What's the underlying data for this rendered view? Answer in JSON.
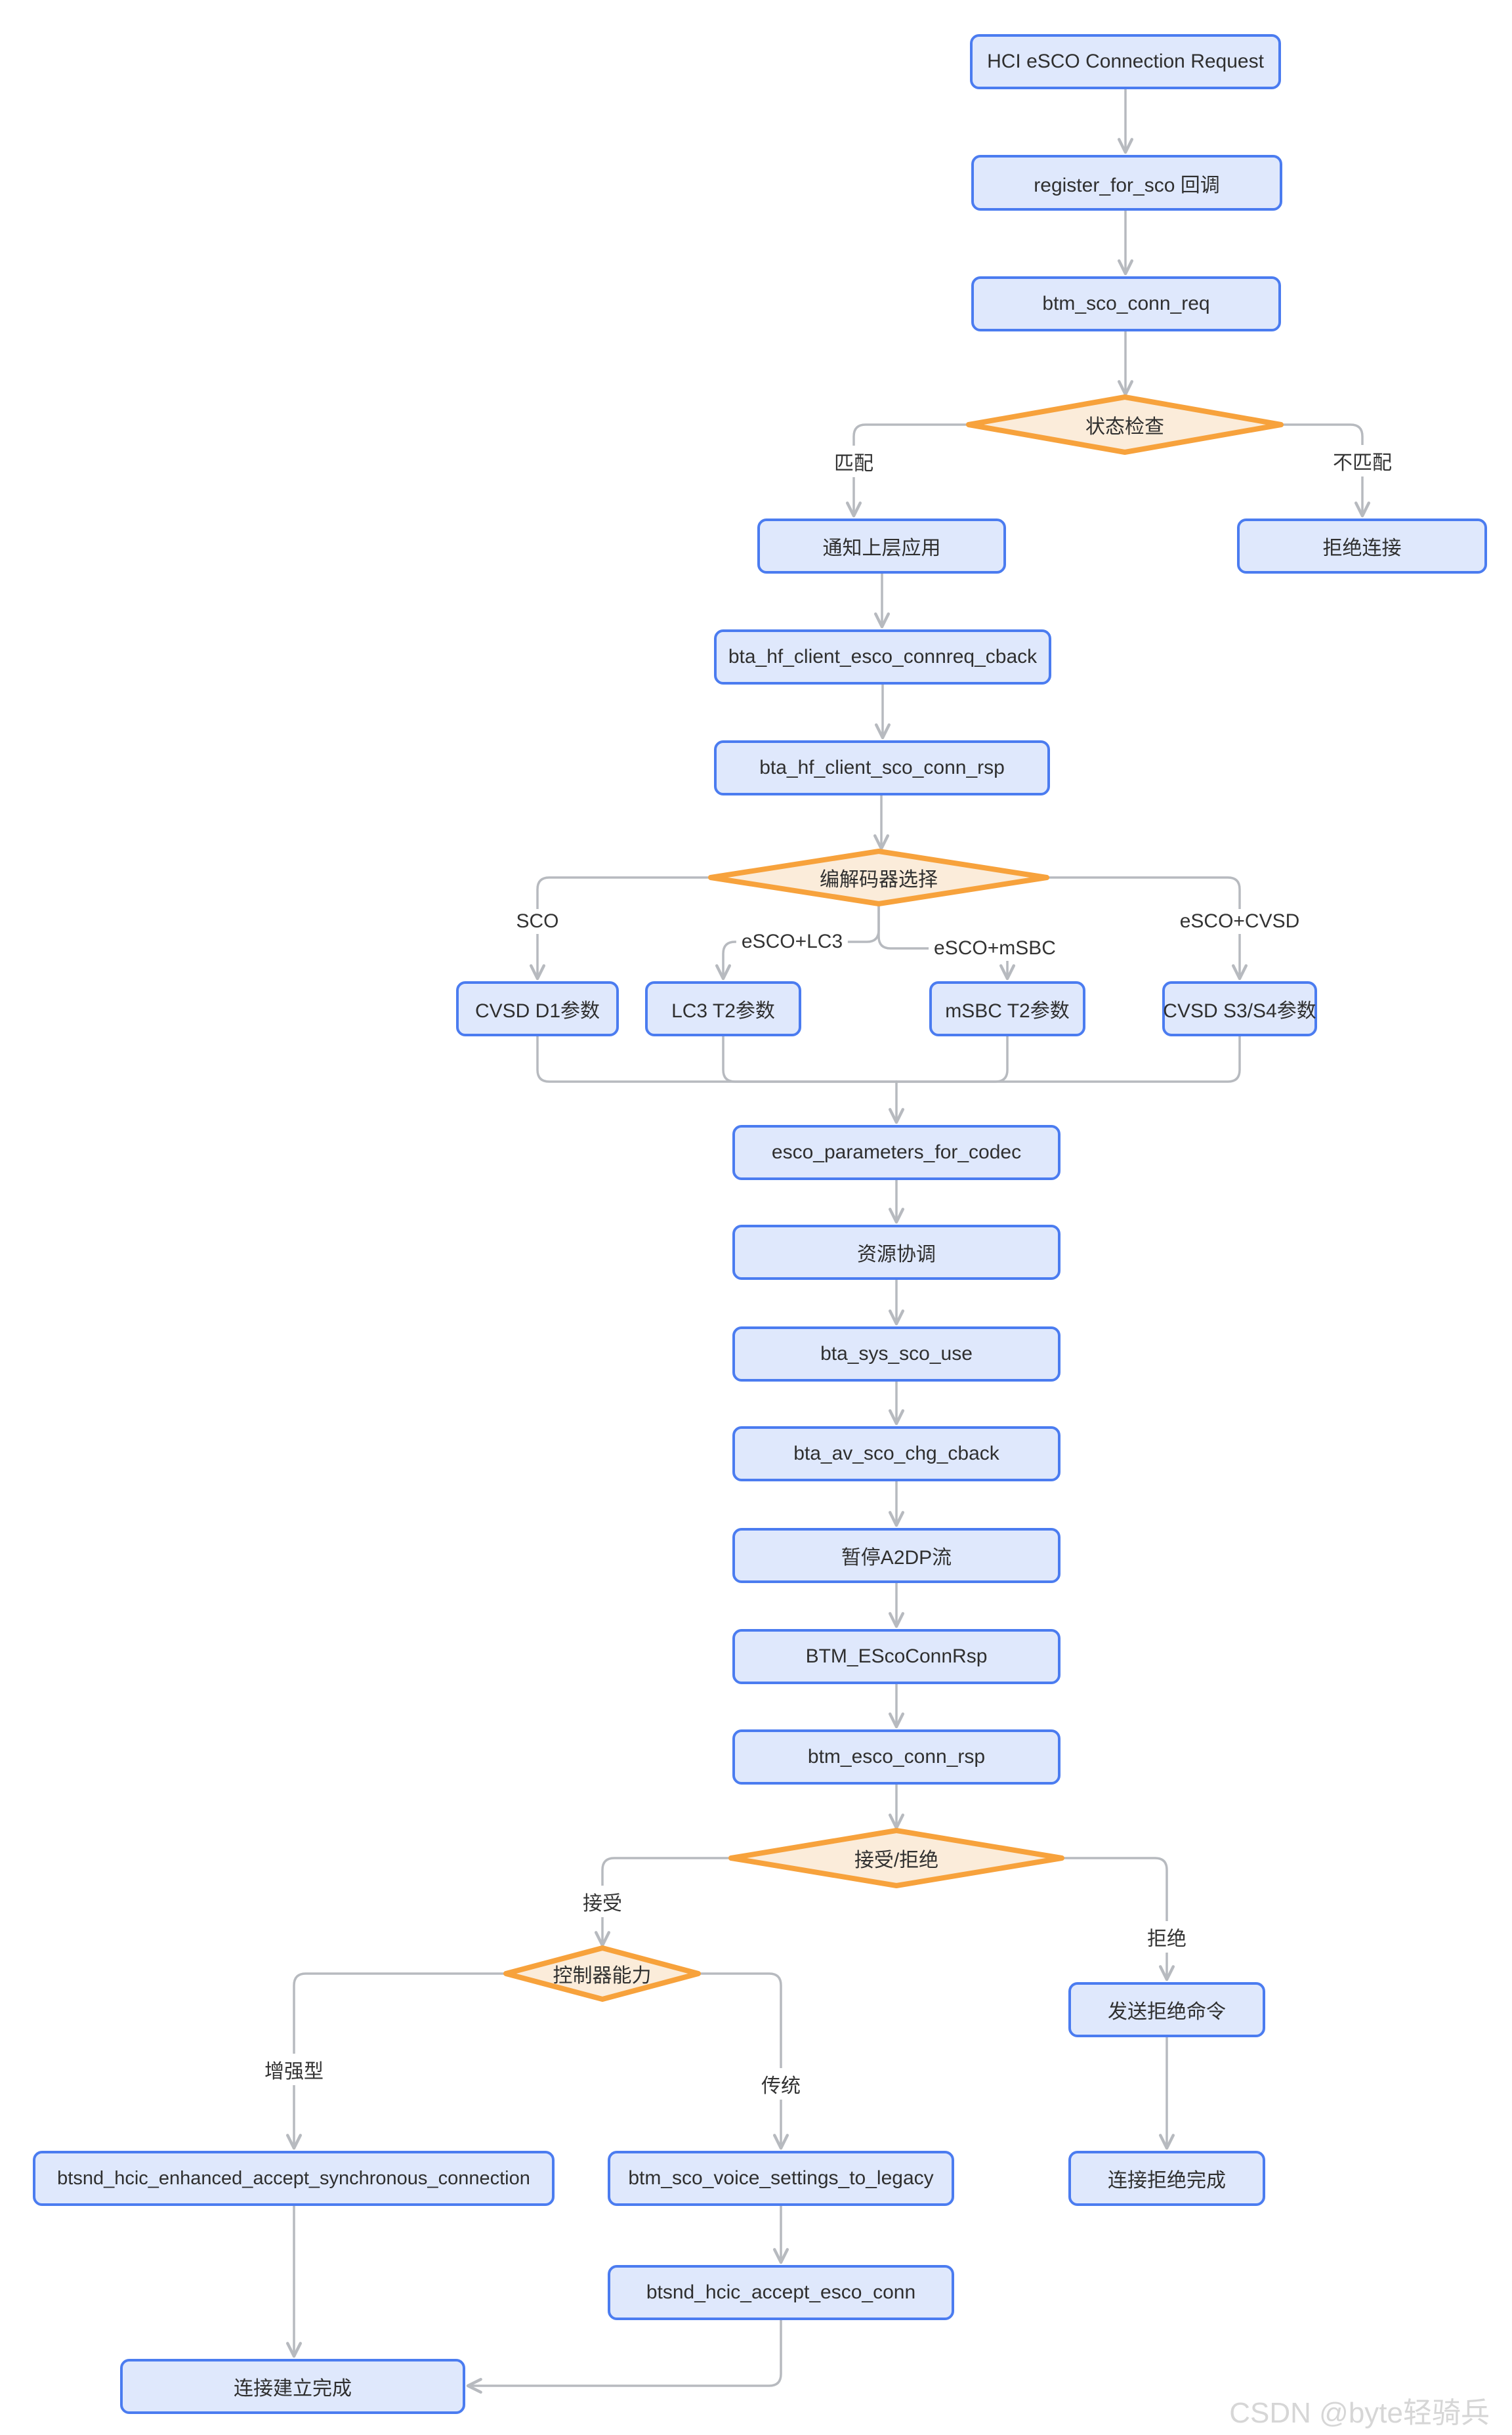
{
  "diagram": {
    "nodes": {
      "hci": "HCI eSCO Connection Request",
      "register": "register_for_sco 回调",
      "btm_sco_conn_req": "btm_sco_conn_req",
      "notify_upper": "通知上层应用",
      "reject_conn": "拒绝连接",
      "connreq_cback": "bta_hf_client_esco_connreq_cback",
      "sco_conn_rsp": "bta_hf_client_sco_conn_rsp",
      "cvsd_d1": "CVSD D1参数",
      "lc3_t2": "LC3 T2参数",
      "msbc_t2": "mSBC T2参数",
      "cvsd_s3s4": "CVSD S3/S4参数",
      "esco_params": "esco_parameters_for_codec",
      "resource_coord": "资源协调",
      "bta_sys_sco_use": "bta_sys_sco_use",
      "bta_av_cback": "bta_av_sco_chg_cback",
      "pause_a2dp": "暂停A2DP流",
      "btm_esco_conn_rsp_api": "BTM_EScoConnRsp",
      "btm_esco_conn_rsp": "btm_esco_conn_rsp",
      "send_reject_cmd": "发送拒绝命令",
      "enhanced_accept": "btsnd_hcic_enhanced_accept_synchronous_connection",
      "to_legacy": "btm_sco_voice_settings_to_legacy",
      "reject_done": "连接拒绝完成",
      "accept_esco_conn": "btsnd_hcic_accept_esco_conn",
      "established": "连接建立完成"
    },
    "decisions": {
      "status_check": "状态检查",
      "codec_select": "编解码器选择",
      "accept_reject": "接受/拒绝",
      "controller_cap": "控制器能力"
    },
    "edge_labels": {
      "match": "匹配",
      "no_match": "不匹配",
      "sco": "SCO",
      "esco_lc3": "eSCO+LC3",
      "esco_msbc": "eSCO+mSBC",
      "esco_cvsd": "eSCO+CVSD",
      "accept": "接受",
      "reject": "拒绝",
      "enhanced": "增强型",
      "legacy": "传统"
    },
    "edges": [
      {
        "from": "HCI eSCO Connection Request",
        "to": "register_for_sco 回调"
      },
      {
        "from": "register_for_sco 回调",
        "to": "btm_sco_conn_req"
      },
      {
        "from": "btm_sco_conn_req",
        "to": "状态检查"
      },
      {
        "from": "状态检查",
        "to": "通知上层应用",
        "label": "匹配"
      },
      {
        "from": "状态检查",
        "to": "拒绝连接",
        "label": "不匹配"
      },
      {
        "from": "通知上层应用",
        "to": "bta_hf_client_esco_connreq_cback"
      },
      {
        "from": "bta_hf_client_esco_connreq_cback",
        "to": "bta_hf_client_sco_conn_rsp"
      },
      {
        "from": "bta_hf_client_sco_conn_rsp",
        "to": "编解码器选择"
      },
      {
        "from": "编解码器选择",
        "to": "CVSD D1参数",
        "label": "SCO"
      },
      {
        "from": "编解码器选择",
        "to": "LC3 T2参数",
        "label": "eSCO+LC3"
      },
      {
        "from": "编解码器选择",
        "to": "mSBC T2参数",
        "label": "eSCO+mSBC"
      },
      {
        "from": "编解码器选择",
        "to": "CVSD S3/S4参数",
        "label": "eSCO+CVSD"
      },
      {
        "from": "CVSD D1参数",
        "to": "esco_parameters_for_codec"
      },
      {
        "from": "LC3 T2参数",
        "to": "esco_parameters_for_codec"
      },
      {
        "from": "mSBC T2参数",
        "to": "esco_parameters_for_codec"
      },
      {
        "from": "CVSD S3/S4参数",
        "to": "esco_parameters_for_codec"
      },
      {
        "from": "esco_parameters_for_codec",
        "to": "资源协调"
      },
      {
        "from": "资源协调",
        "to": "bta_sys_sco_use"
      },
      {
        "from": "bta_sys_sco_use",
        "to": "bta_av_sco_chg_cback"
      },
      {
        "from": "bta_av_sco_chg_cback",
        "to": "暂停A2DP流"
      },
      {
        "from": "暂停A2DP流",
        "to": "BTM_EScoConnRsp"
      },
      {
        "from": "BTM_EScoConnRsp",
        "to": "btm_esco_conn_rsp"
      },
      {
        "from": "btm_esco_conn_rsp",
        "to": "接受/拒绝"
      },
      {
        "from": "接受/拒绝",
        "to": "控制器能力",
        "label": "接受"
      },
      {
        "from": "接受/拒绝",
        "to": "发送拒绝命令",
        "label": "拒绝"
      },
      {
        "from": "控制器能力",
        "to": "btsnd_hcic_enhanced_accept_synchronous_connection",
        "label": "增强型"
      },
      {
        "from": "控制器能力",
        "to": "btm_sco_voice_settings_to_legacy",
        "label": "传统"
      },
      {
        "from": "发送拒绝命令",
        "to": "连接拒绝完成"
      },
      {
        "from": "btsnd_hcic_enhanced_accept_synchronous_connection",
        "to": "连接建立完成"
      },
      {
        "from": "btm_sco_voice_settings_to_legacy",
        "to": "btsnd_hcic_accept_esco_conn"
      },
      {
        "from": "btsnd_hcic_accept_esco_conn",
        "to": "连接建立完成"
      }
    ]
  },
  "colors": {
    "node_fill": "#dfe8fc",
    "node_border": "#4b7cf0",
    "decision_fill": "#fbecda",
    "decision_border": "#f7a23c",
    "edge": "#b7babf",
    "text": "#2f2f2f",
    "watermark": "#d6d6d6",
    "background": "#ffffff"
  },
  "watermark": "CSDN @byte轻骑兵"
}
